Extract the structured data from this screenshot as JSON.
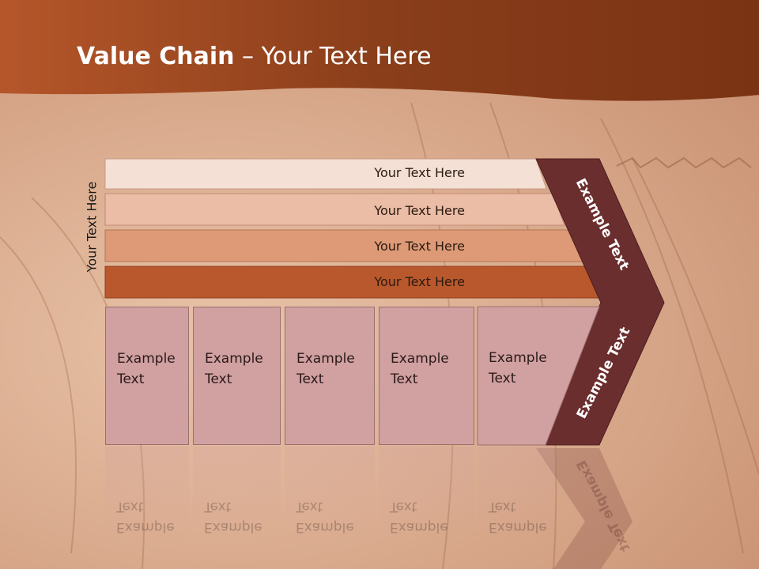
{
  "title": {
    "bold": "Value Chain",
    "rest": " – Your Text Here"
  },
  "side_label": "Your Text Here",
  "bars": [
    {
      "label": "Your Text Here",
      "color": "#f5e0d6"
    },
    {
      "label": "Your Text Here",
      "color": "#ebbca6"
    },
    {
      "label": "Your Text Here",
      "color": "#de9a77"
    },
    {
      "label": "Your Text Here",
      "color": "#b9582c"
    }
  ],
  "boxes": [
    {
      "line1": "Example",
      "line2": "Text"
    },
    {
      "line1": "Example",
      "line2": "Text"
    },
    {
      "line1": "Example",
      "line2": "Text"
    },
    {
      "line1": "Example",
      "line2": "Text"
    },
    {
      "line1": "Example",
      "line2": "Text"
    }
  ],
  "chevron": {
    "top_label": "Example Text",
    "bottom_label": "Example Text",
    "color": "#6b2e2e"
  },
  "colors": {
    "header": "#8a3e1a",
    "box": "#d1a0a0"
  }
}
